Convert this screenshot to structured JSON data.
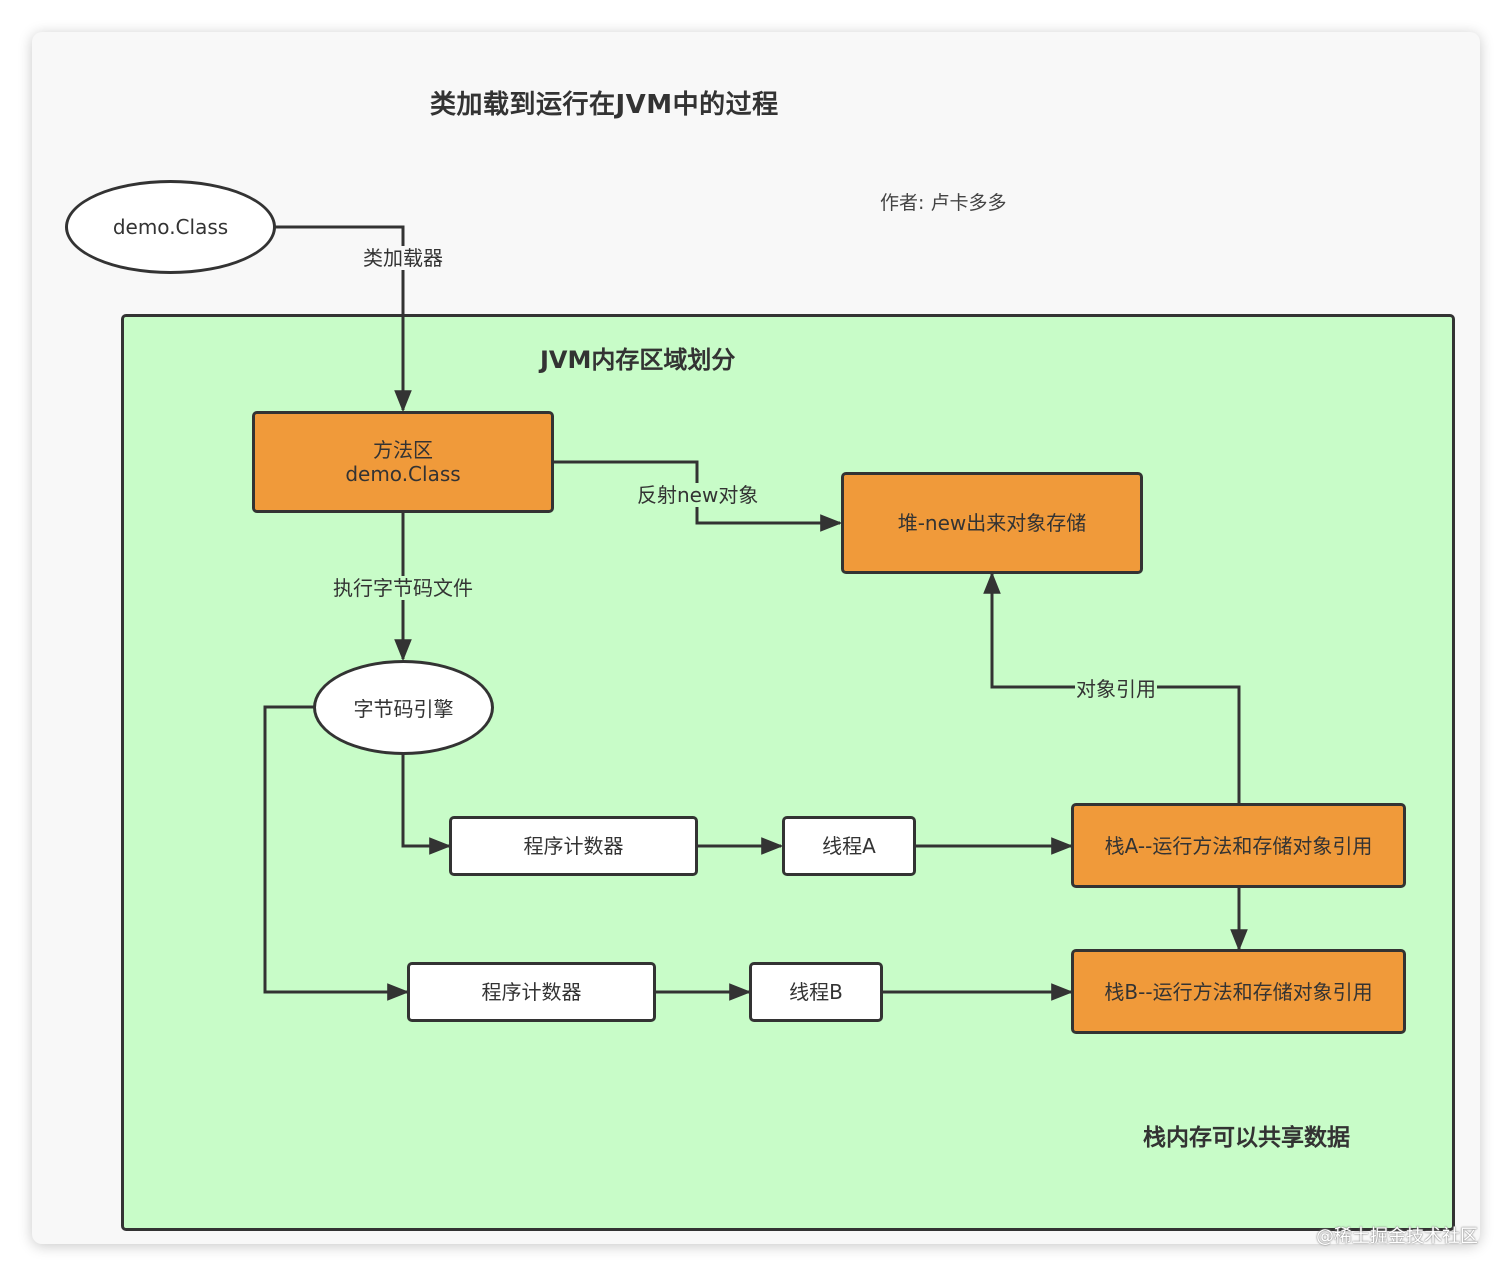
{
  "title": "类加载到运行在JVM中的过程",
  "author": "作者: 卢卡多多",
  "source_node": "demo.Class",
  "region": {
    "title": "JVM内存区域划分",
    "note": "栈内存可以共享数据"
  },
  "nodes": {
    "method_area_line1": "方法区",
    "method_area_line2": "demo.Class",
    "heap": "堆-new出来对象存储",
    "bytecode_engine": "字节码引擎",
    "pc_a": "程序计数器",
    "thread_a": "线程A",
    "stack_a": "栈A--运行方法和存储对象引用",
    "pc_b": "程序计数器",
    "thread_b": "线程B",
    "stack_b": "栈B--运行方法和存储对象引用"
  },
  "edge_labels": {
    "class_loader": "类加载器",
    "reflect_new": "反射new对象",
    "execute_bytecode": "执行字节码文件",
    "object_reference": "对象引用"
  },
  "colors": {
    "region_fill": "#c8fcc8",
    "process_fill": "#f09a3a",
    "stroke": "#333333"
  },
  "watermark": "@稀土掘金技术社区"
}
